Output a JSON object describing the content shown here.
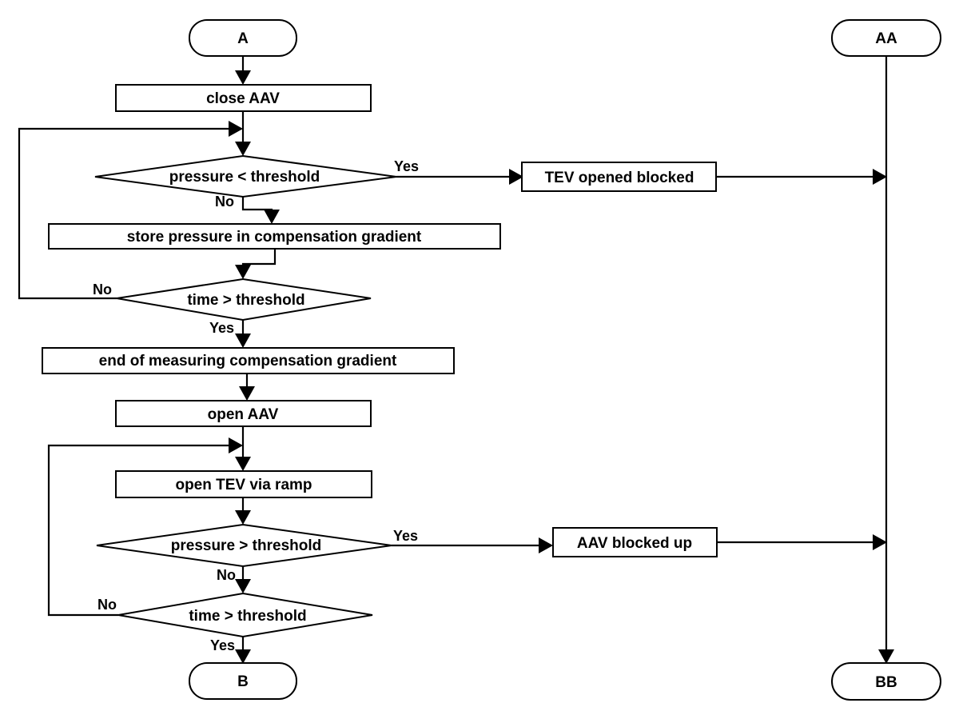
{
  "terminals": {
    "start_a": "A",
    "start_aa": "AA",
    "end_b": "B",
    "end_bb": "BB"
  },
  "process": {
    "close_aav": "close AAV",
    "store_pressure": "store pressure in compensation gradient",
    "end_measuring": "end of measuring compensation gradient",
    "open_aav": "open AAV",
    "open_tev": "open TEV via ramp",
    "tev_blocked": "TEV opened blocked",
    "aav_blocked": "AAV blocked up"
  },
  "decisions": {
    "pressure_lt": "pressure < threshold",
    "time_gt_1": "time > threshold",
    "pressure_gt": "pressure > threshold",
    "time_gt_2": "time > threshold"
  },
  "edge_labels": {
    "yes_1": "Yes",
    "no_1": "No",
    "no_2": "No",
    "yes_2": "Yes",
    "yes_3": "Yes",
    "no_3": "No",
    "no_4": "No",
    "yes_4": "Yes"
  },
  "colors": {
    "stroke": "#000000",
    "fill": "#ffffff"
  }
}
